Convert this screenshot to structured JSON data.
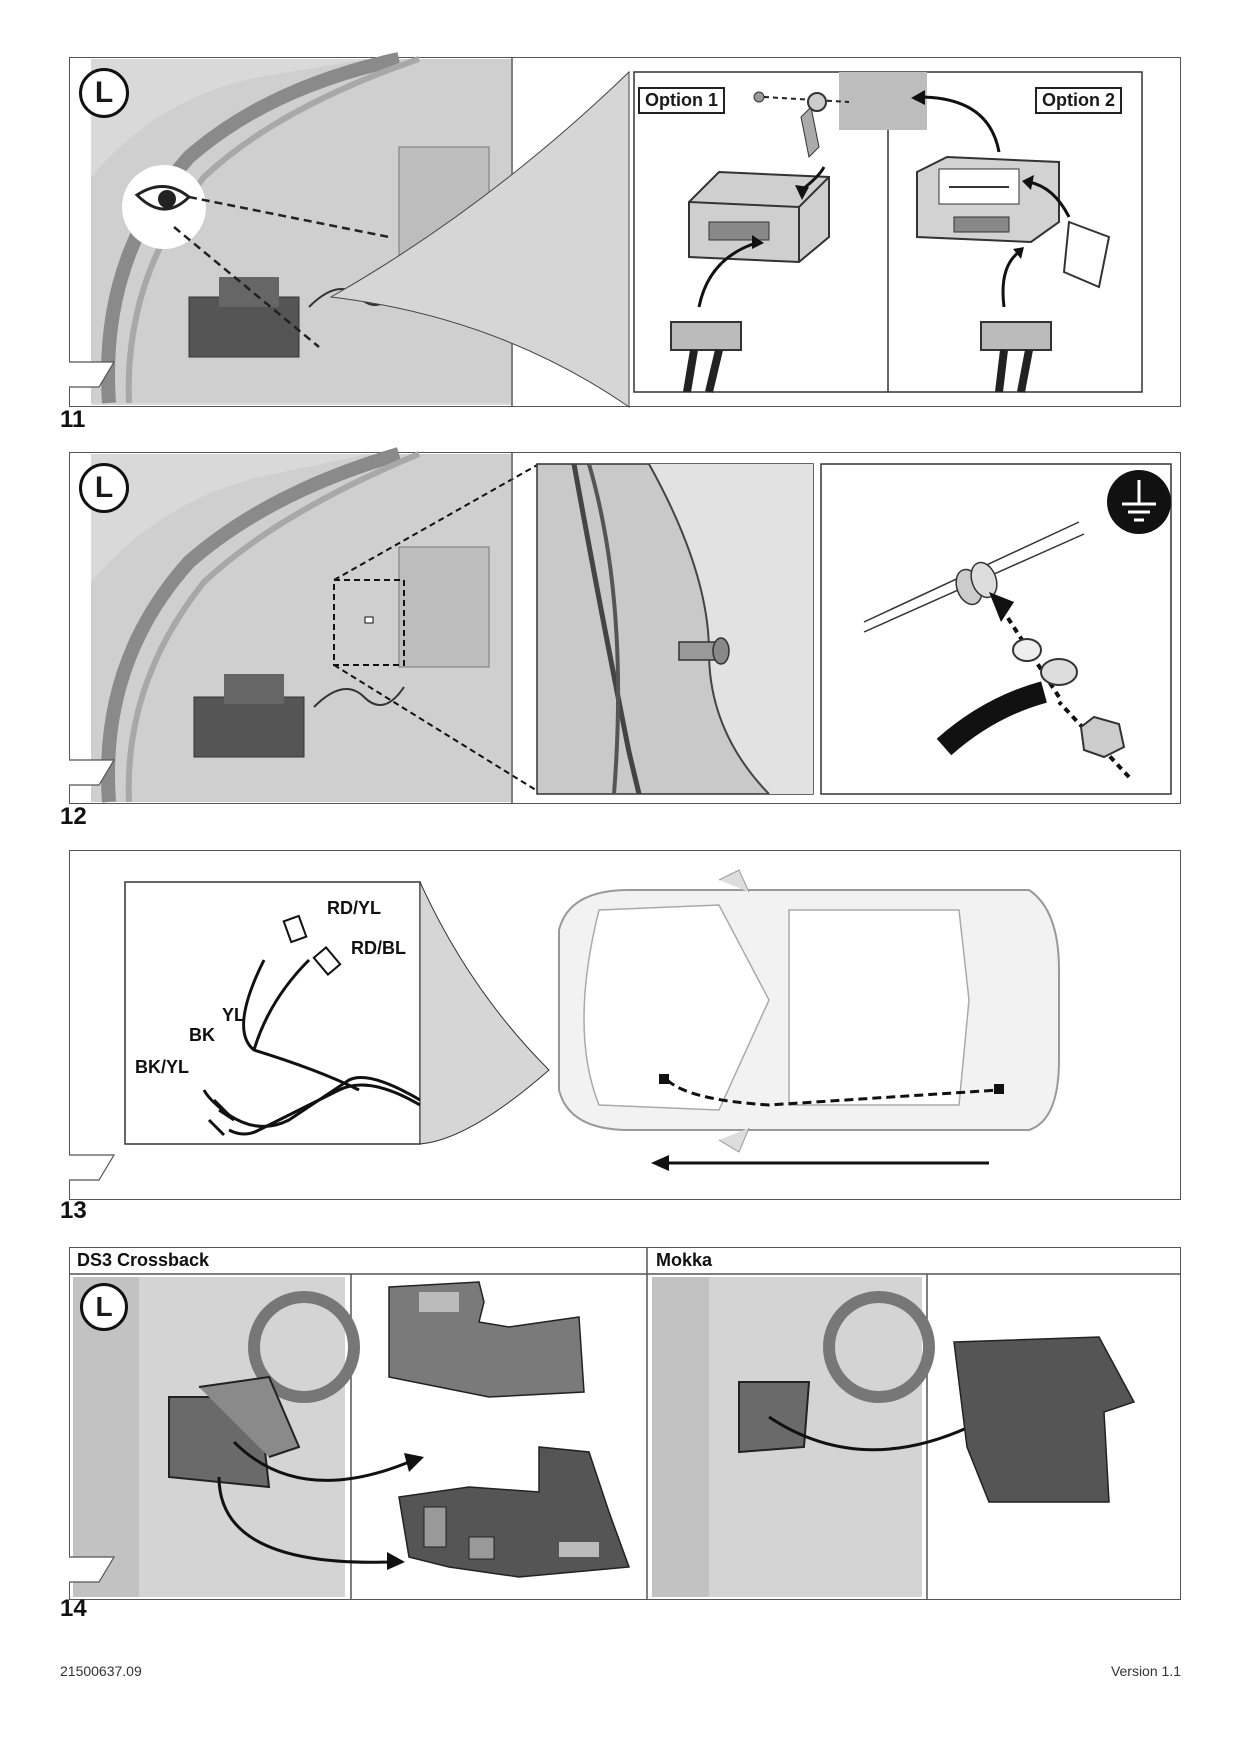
{
  "step11": {
    "number": "11",
    "location_badge": "L",
    "option1_label": "Option 1",
    "option2_label": "Option 2"
  },
  "step12": {
    "number": "12",
    "location_badge": "L",
    "ground_icon": "ground-symbol-icon"
  },
  "step13": {
    "number": "13",
    "wires": [
      "RD/YL",
      "RD/BL",
      "YL",
      "BK",
      "BK/YL"
    ]
  },
  "step14": {
    "number": "14",
    "location_badge": "L",
    "left_title": "DS3 Crossback",
    "right_title": "Mokka"
  },
  "footer": {
    "doc_number": "21500637.09",
    "version": "Version 1.1"
  }
}
